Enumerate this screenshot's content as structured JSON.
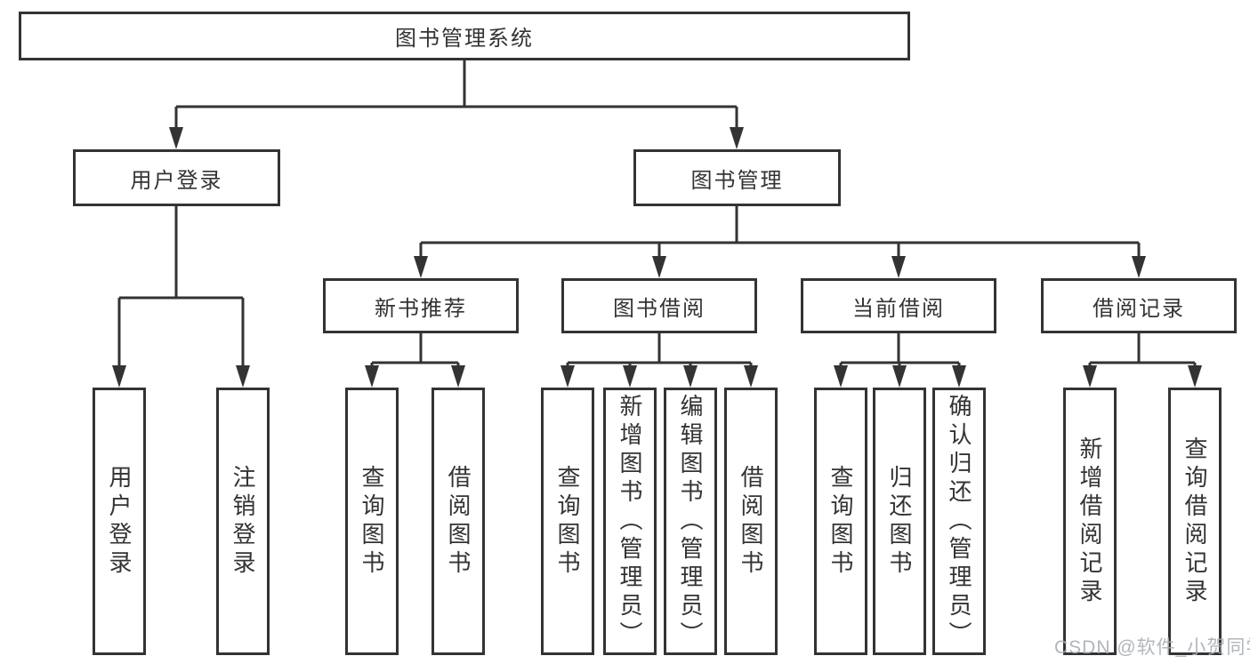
{
  "colors": {
    "line": "#333333",
    "box_border": "#333333",
    "background": "#ffffff",
    "watermark": "#a9aeb5"
  },
  "watermark": {
    "text": "CSDN @软件_小贺同学"
  },
  "tree": {
    "root": {
      "label": "图书管理系统",
      "children": [
        {
          "label": "用户登录",
          "children": [
            {
              "label": "用户登录"
            },
            {
              "label": "注销登录"
            }
          ]
        },
        {
          "label": "图书管理",
          "children": [
            {
              "label": "新书推荐",
              "children": [
                {
                  "label": "查询图书"
                },
                {
                  "label": "借阅图书"
                }
              ]
            },
            {
              "label": "图书借阅",
              "children": [
                {
                  "label": "查询图书"
                },
                {
                  "label": "新增图书（管理员）"
                },
                {
                  "label": "编辑图书（管理员）"
                },
                {
                  "label": "借阅图书"
                }
              ]
            },
            {
              "label": "当前借阅",
              "children": [
                {
                  "label": "查询图书"
                },
                {
                  "label": "归还图书"
                },
                {
                  "label": "确认归还（管理员）"
                }
              ]
            },
            {
              "label": "借阅记录",
              "children": [
                {
                  "label": "新增借阅记录"
                },
                {
                  "label": "查询借阅记录"
                }
              ]
            }
          ]
        }
      ]
    }
  }
}
